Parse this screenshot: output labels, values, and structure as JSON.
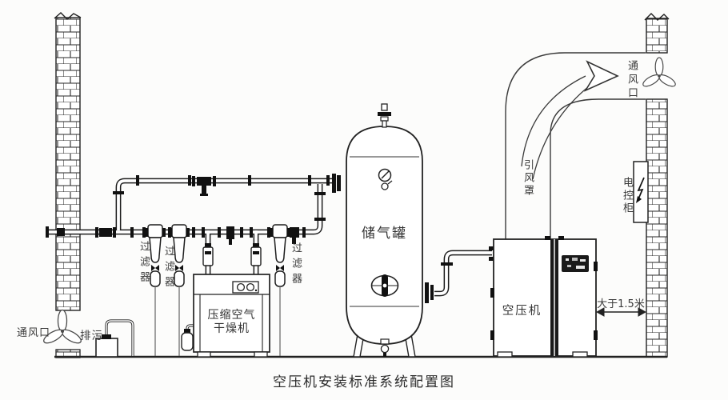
{
  "title": "空压机安装标准系统配置图",
  "labels": {
    "vent_left": "通风口",
    "drain": "排污",
    "filter_1": "过滤器",
    "filter_2": "过滤器",
    "filter_3": "过滤器",
    "dryer_line1": "压缩空气",
    "dryer_line2": "干燥机",
    "tank": "储气罐",
    "compressor": "空压机",
    "duct_hood": "引风罩",
    "vent_right": "通风口",
    "cabinet": "电控柜",
    "clearance": "大于1.5米"
  },
  "icons": {
    "fan_left": "fan-icon",
    "fan_right": "fan-icon",
    "pressure_gauge": "pressure-gauge-icon",
    "lightning": "lightning-icon",
    "flow_arrow": "airflow-arrow-icon"
  },
  "colors": {
    "line": "#222222",
    "fill": "#ffffff",
    "background": "#fcfcfb"
  }
}
